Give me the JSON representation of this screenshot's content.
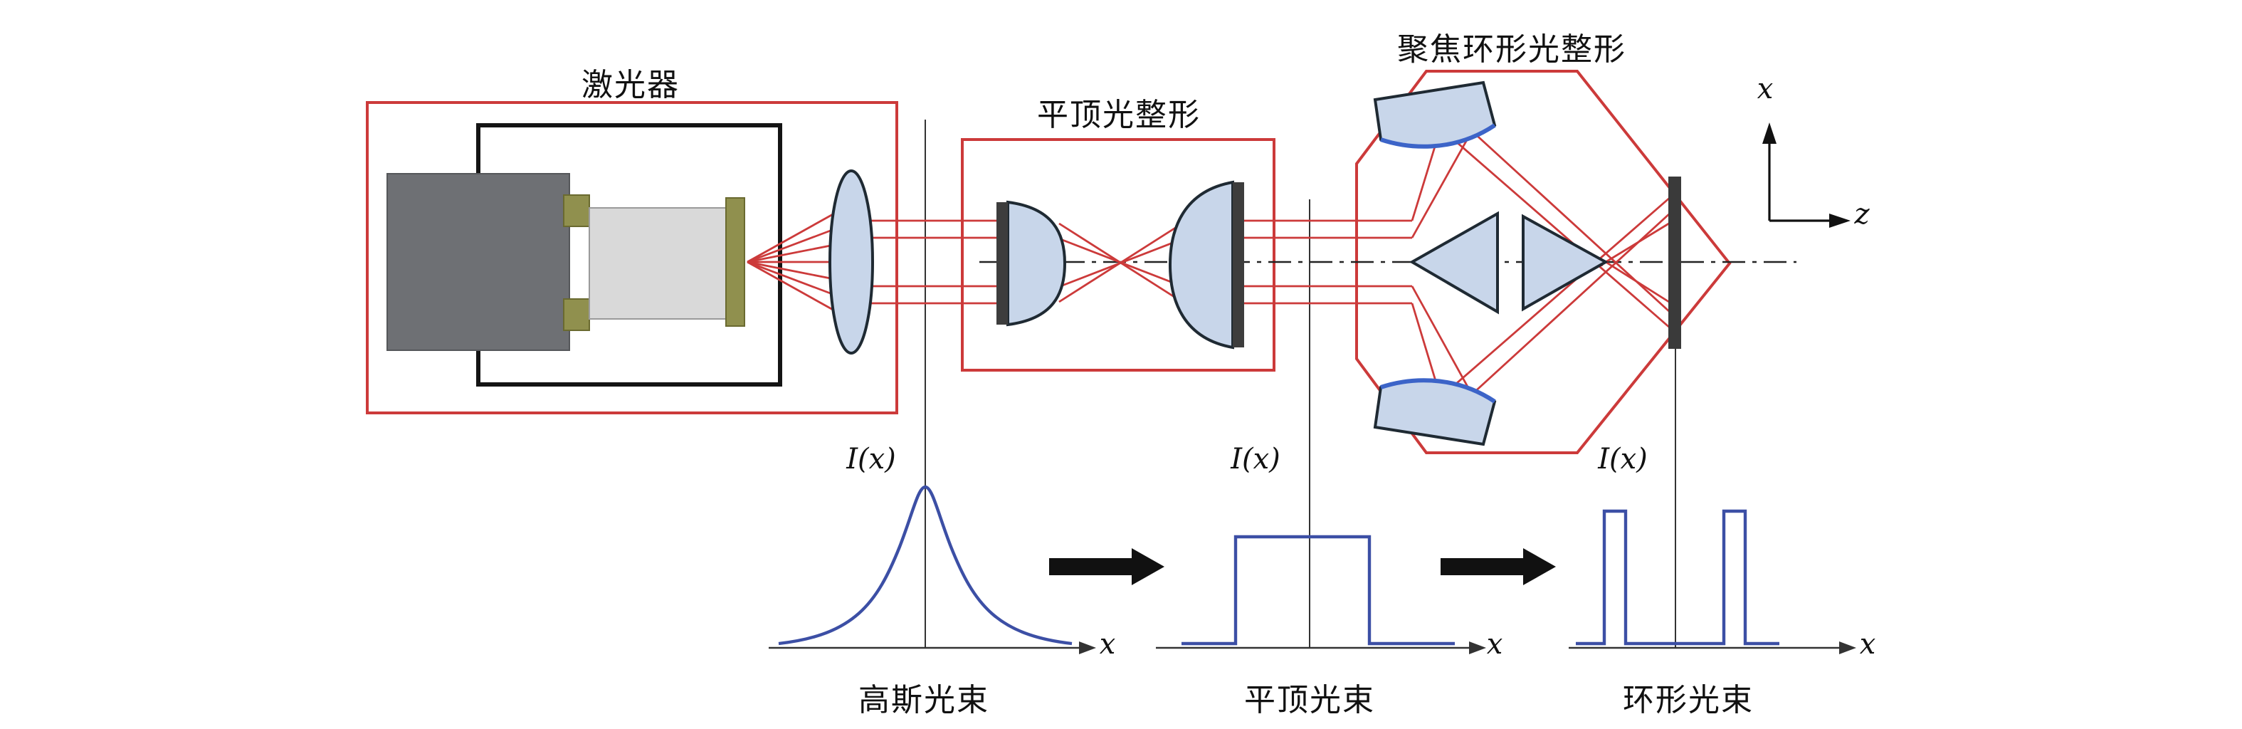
{
  "diagram": {
    "laser": {
      "label": "激光器"
    },
    "flattop": {
      "label": "平顶光整形"
    },
    "annular": {
      "label": "聚焦环形光整形"
    },
    "coord_axes": {
      "x_label": "x",
      "z_label": "z"
    }
  },
  "plots": [
    {
      "ylabel": "I(x)",
      "xlabel": "x",
      "caption": "高斯光束"
    },
    {
      "ylabel": "I(x)",
      "xlabel": "x",
      "caption": "平顶光束"
    },
    {
      "ylabel": "I(x)",
      "xlabel": "x",
      "caption": "环形光束"
    }
  ],
  "chart_data": [
    {
      "type": "line",
      "title": "高斯光束",
      "xlabel": "x",
      "ylabel": "I(x)",
      "shape": "gaussian",
      "description": "Bell-shaped Gaussian intensity profile centered on the optical axis"
    },
    {
      "type": "line",
      "title": "平顶光束",
      "xlabel": "x",
      "ylabel": "I(x)",
      "shape": "flat-top",
      "description": "Rectangular flat-top intensity profile centered on the optical axis"
    },
    {
      "type": "line",
      "title": "环形光束",
      "xlabel": "x",
      "ylabel": "I(x)",
      "shape": "annular",
      "description": "Two narrow rectangular peaks symmetric about the optical axis (ring-beam cross-section)"
    }
  ],
  "colors": {
    "beam_red": "#cc3a3a",
    "box_red": "#cc3a3a",
    "optic_fill": "#c8d6ea",
    "optic_stroke": "#1f2a33",
    "curve_blue": "#3c4fa5",
    "mirror_edge_blue": "#3c64c8",
    "plate_dark": "#3a3a3a",
    "laser_body_gray": "#6e7074",
    "laser_cavity_gray": "#d9d9d9",
    "laser_olive": "#90904e"
  }
}
